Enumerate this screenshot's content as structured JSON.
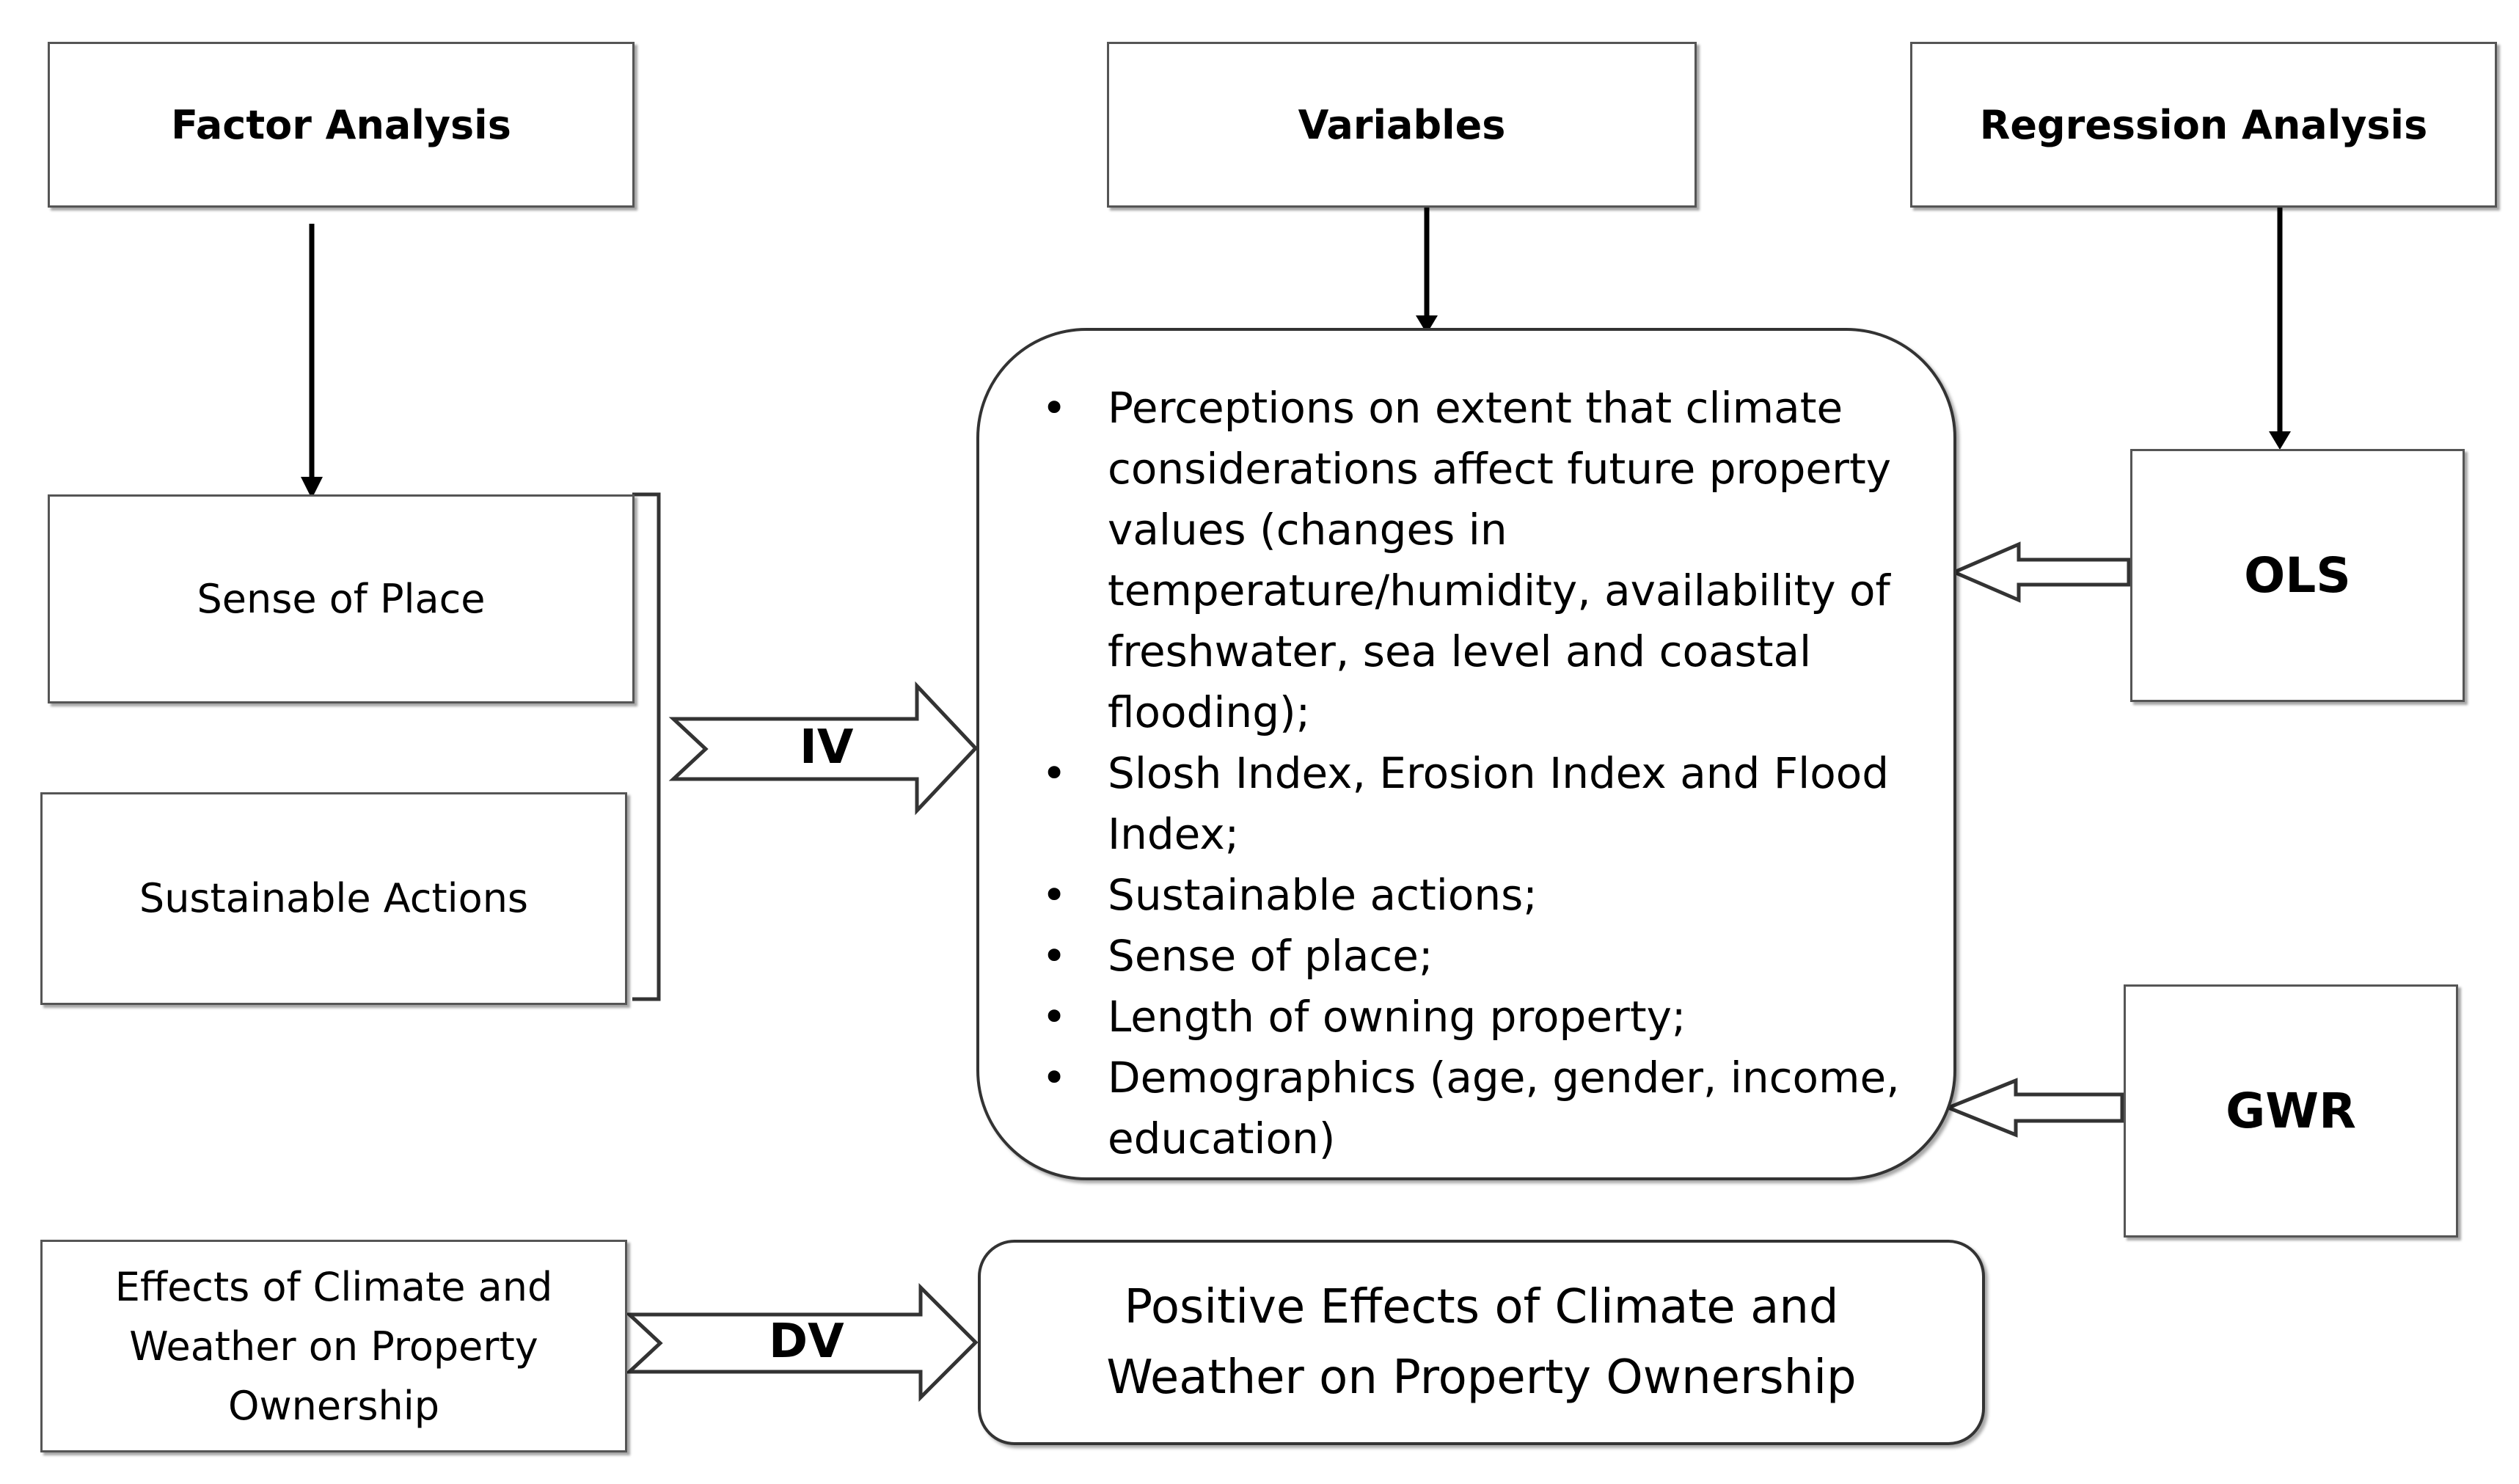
{
  "headers": {
    "factor_analysis": "Factor Analysis",
    "variables": "Variables",
    "regression_analysis": "Regression Analysis"
  },
  "iv_inputs": {
    "sense_of_place": "Sense of Place",
    "sustainable_actions": "Sustainable Actions"
  },
  "methods": {
    "ols": "OLS",
    "gwr": "GWR"
  },
  "variables_list": [
    "Perceptions on extent that climate considerations affect future property values (changes in temperature/humidity, availability of freshwater, sea level and coastal flooding);",
    "Slosh Index, Erosion Index and Flood Index;",
    "Sustainable actions;",
    "Sense of place;",
    "Length of owning property;",
    "Demographics (age, gender, income, education)"
  ],
  "arrow_labels": {
    "iv": "IV",
    "dv": "DV"
  },
  "dv": {
    "source": "Effects of Climate and Weather on Property Ownership",
    "result": "Positive Effects of Climate and Weather on Property Ownership"
  }
}
